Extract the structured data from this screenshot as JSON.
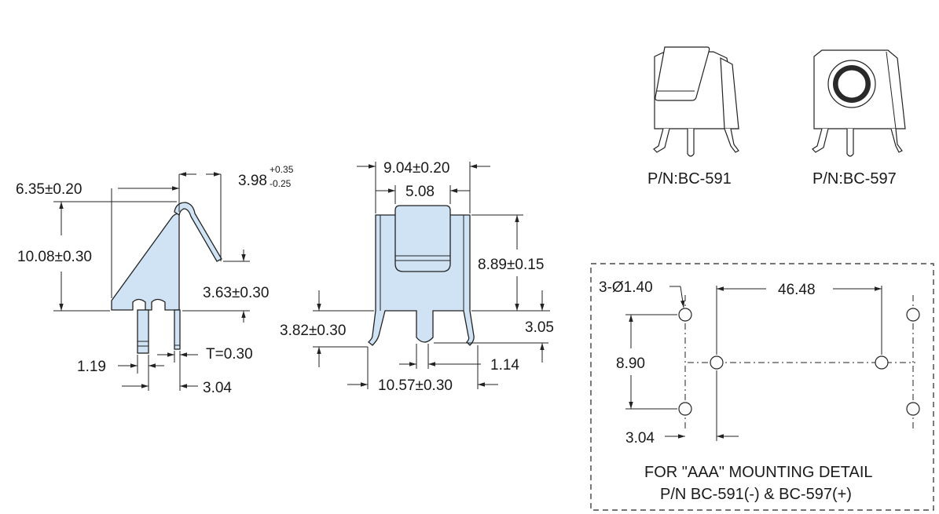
{
  "side_view": {
    "width": "6.35±0.20",
    "height": "10.08±0.30",
    "spring_offset_main": "3.98",
    "spring_offset_plus": "+0.35",
    "spring_offset_minus": "-0.25",
    "spring_height": "3.63±0.30",
    "pin_width": "1.19",
    "thickness": "T=0.30",
    "pin_spacing": "3.04"
  },
  "front_view": {
    "overall_width": "9.04±0.20",
    "window_width": "5.08",
    "body_height": "8.89±0.15",
    "lead_height": "3.82±0.30",
    "center_pin_height": "3.05",
    "center_pin_width": "1.14",
    "lead_span": "10.57±0.30"
  },
  "iso_views": {
    "left_label": "P/N:BC-591",
    "right_label": "P/N:BC-597"
  },
  "mounting": {
    "hole_callout": "3-Ø1.40",
    "length": "46.48",
    "hole_spacing": "8.90",
    "offset": "3.04",
    "title_line1": "FOR \"AAA\" MOUNTING DETAIL",
    "title_line2": "P/N BC-591(-) & BC-597(+)"
  }
}
